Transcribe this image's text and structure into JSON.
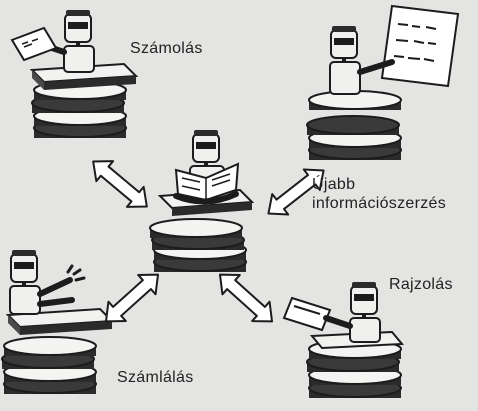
{
  "labels": {
    "counting_top": "Számolás",
    "info": [
      "Újabb",
      "információszerzés"
    ],
    "drawing": "Rajzolás",
    "counting_bottom": "Számlálás"
  },
  "colors": {
    "background": "#e4e4e2",
    "ink": "#1c1c1c",
    "disc_light": "#f2f2f0",
    "disc_dark": "#2a2a2a"
  }
}
